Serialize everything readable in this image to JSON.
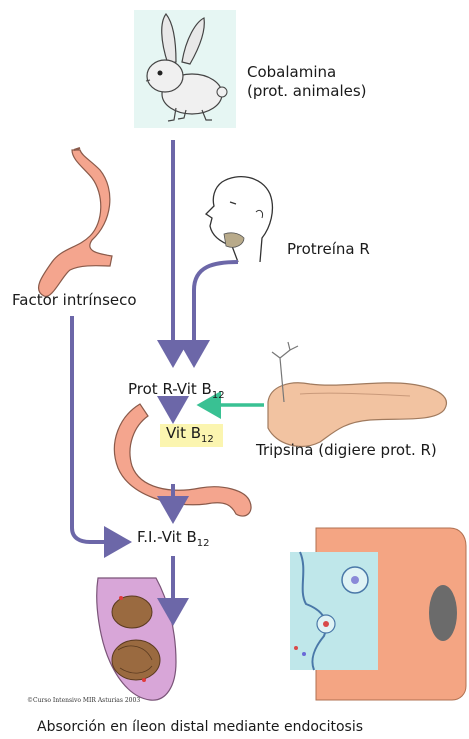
{
  "labels": {
    "cobalamina_1": "Cobalamina",
    "cobalamina_2": "(prot. animales)",
    "proteina_r": "Protreína R",
    "factor": "Factor intrínseco",
    "prot_r_vit": "Prot R-Vit B",
    "vit_b": "Vit B",
    "tripsina": "Tripsina (digiere prot. R)",
    "fi_vit": "F.I.-Vit B",
    "subscript_12": "12",
    "caption": "Absorción en íleon distal mediante endocitosis",
    "copyright": "©Curso Intensivo MIR Asturias 2003"
  },
  "colors": {
    "arrow": "#6c67a8",
    "enzyme_arrow": "#39c193",
    "highlight": "#fbf5b0",
    "gut": "#f4a58e",
    "pancreas": "#f2c3a1",
    "cell": "#f4a583",
    "nucleus": "#6b6b6b",
    "lumen": "#bfe7ea"
  },
  "icons": [
    "rabbit-icon",
    "head-profile-icon",
    "stomach-icon",
    "pancreas-icon",
    "duodenum-icon",
    "intestine-icon",
    "enterocyte-icon"
  ]
}
